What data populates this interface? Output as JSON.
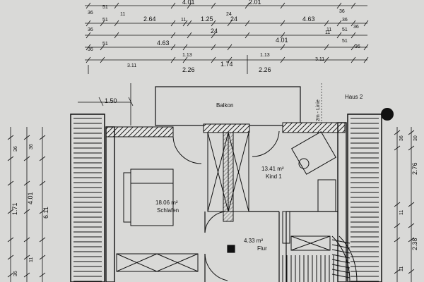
{
  "dimensions": {
    "top_row1": [
      "36",
      "51",
      "4.01",
      "11",
      "24",
      "2.01",
      "",
      "36"
    ],
    "top_row2": [
      "36",
      "51",
      "2.64",
      "11",
      "1.25",
      "24",
      "4.63",
      "36"
    ],
    "top_row3": [
      "36",
      "24",
      "11",
      "51",
      "36"
    ],
    "top_row4": [
      "51",
      "36",
      "4.63",
      "4.01",
      "11",
      "51",
      "36"
    ],
    "top_row5": [
      "3.11",
      "1.13",
      "2.26",
      "1.74",
      "1.13",
      "2.26",
      "3.11"
    ],
    "left_col": [
      "36",
      "36",
      "4.01",
      "6.11",
      "1.71",
      "11",
      "36"
    ],
    "right_col": [
      "36",
      "30",
      "2.76",
      "11",
      "2.38",
      "11"
    ],
    "overhang": "1.50"
  },
  "labels": {
    "balcony": "Balkon",
    "haus": "Haus 2",
    "line": "2m - Linie"
  },
  "rooms": [
    {
      "id": "schlafen",
      "area": "18.06 m²",
      "name": "Schlafen"
    },
    {
      "id": "kind",
      "area": "13.41 m²",
      "name": "Kind 1"
    },
    {
      "id": "flur",
      "area": "4.33 m²",
      "name": "Flur"
    }
  ],
  "colors": {
    "paper": "#d9d9d7",
    "ink": "#111111",
    "wall_hatch": "#222222"
  }
}
